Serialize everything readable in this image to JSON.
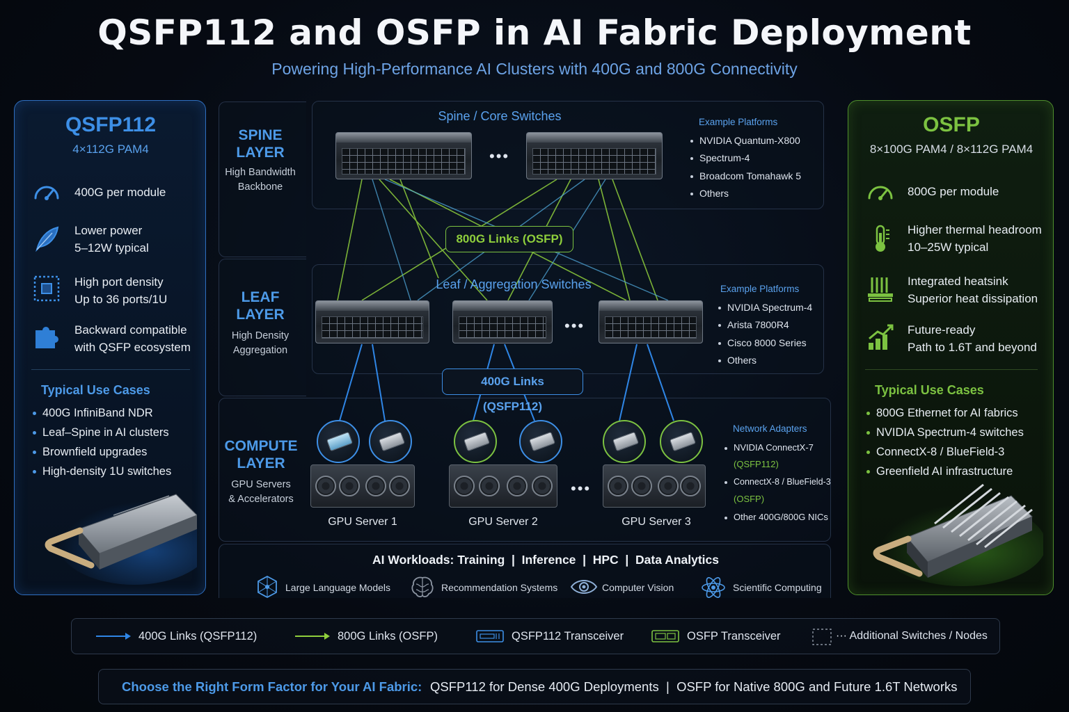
{
  "header": {
    "title": "QSFP112 and OSFP in AI Fabric Deployment",
    "subtitle": "Powering High-Performance AI Clusters with 400G and 800G Connectivity"
  },
  "colors": {
    "blue": "#3d8fe6",
    "green": "#7cc241",
    "blue_link": "#2f86e6",
    "green_link": "#8fcf3c"
  },
  "left_panel": {
    "title": "QSFP112",
    "subtitle": "4×112G PAM4",
    "features": [
      {
        "icon": "speedometer-icon",
        "lines": [
          "400G per module"
        ]
      },
      {
        "icon": "feather-icon",
        "lines": [
          "Lower power",
          "5–12W typical"
        ]
      },
      {
        "icon": "chip-grid-icon",
        "lines": [
          "High port density",
          "Up to 36 ports/1U"
        ]
      },
      {
        "icon": "puzzle-icon",
        "lines": [
          "Backward compatible",
          "with QSFP ecosystem"
        ]
      }
    ],
    "use_cases_title": "Typical Use Cases",
    "use_cases": [
      "400G InfiniBand NDR",
      "Leaf–Spine in AI clusters",
      "Brownfield upgrades",
      "High-density 1U switches"
    ]
  },
  "right_panel": {
    "title": "OSFP",
    "subtitle": "8×100G PAM4 / 8×112G PAM4",
    "features": [
      {
        "icon": "speedometer-icon",
        "lines": [
          "800G per module"
        ]
      },
      {
        "icon": "thermometer-icon",
        "lines": [
          "Higher thermal headroom",
          "10–25W typical"
        ]
      },
      {
        "icon": "heatsink-icon",
        "lines": [
          "Integrated heatsink",
          "Superior heat dissipation"
        ]
      },
      {
        "icon": "growth-chart-icon",
        "lines": [
          "Future-ready",
          "Path to 1.6T and beyond"
        ]
      }
    ],
    "use_cases_title": "Typical Use Cases",
    "use_cases": [
      "800G Ethernet for AI fabrics",
      "NVIDIA Spectrum-4 switches",
      "ConnectX-8 / BlueField-3",
      "Greenfield AI infrastructure"
    ]
  },
  "spine": {
    "label": [
      "SPINE",
      "LAYER"
    ],
    "desc": [
      "High Bandwidth",
      "Backbone"
    ],
    "section_title": "Spine / Core Switches",
    "platforms_title": "Example Platforms",
    "platforms": [
      "NVIDIA Quantum-X800",
      "Spectrum-4",
      "Broadcom Tomahawk 5",
      "Others"
    ],
    "ellipsis": "•••"
  },
  "links_800": "800G Links (OSFP)",
  "leaf": {
    "label": [
      "LEAF",
      "LAYER"
    ],
    "desc": [
      "High Density",
      "Aggregation"
    ],
    "section_title": "Leaf / Aggregation Switches",
    "platforms_title": "Example Platforms",
    "platforms": [
      "NVIDIA Spectrum-4",
      "Arista 7800R4",
      "Cisco 8000 Series",
      "Others"
    ],
    "ellipsis": "•••"
  },
  "links_400": "400G Links (QSFP112)",
  "compute": {
    "label": [
      "COMPUTE",
      "LAYER"
    ],
    "desc": [
      "GPU Servers",
      "& Accelerators"
    ],
    "servers": [
      "GPU Server 1",
      "GPU Server 2",
      "GPU Server 3"
    ],
    "ellipsis": "•••",
    "adapters_title": "Network Adapters",
    "adapters": [
      {
        "main": "NVIDIA ConnectX-7",
        "sub": "(QSFP112)"
      },
      {
        "main": "ConnectX-8 / BlueField-3",
        "sub": "(OSFP)"
      },
      {
        "main": "Other 400G/800G NICs",
        "sub": ""
      }
    ]
  },
  "workloads": {
    "title": "AI Workloads: Training  |  Inference  |  HPC  |  Data Analytics",
    "items": [
      {
        "icon": "cube-network-icon",
        "label": "Large Language Models"
      },
      {
        "icon": "brain-icon",
        "label": "Recommendation Systems"
      },
      {
        "icon": "eye-icon",
        "label": "Computer Vision"
      },
      {
        "icon": "atom-icon",
        "label": "Scientific Computing"
      }
    ]
  },
  "legend": [
    {
      "icon": "blue-arrow-icon",
      "label": "400G Links (QSFP112)"
    },
    {
      "icon": "green-arrow-icon",
      "label": "800G Links (OSFP)"
    },
    {
      "icon": "qsfp112-transceiver-icon",
      "label": "QSFP112 Transceiver"
    },
    {
      "icon": "osfp-transceiver-icon",
      "label": "OSFP Transceiver"
    },
    {
      "icon": "dashed-box-icon",
      "label": "··· Additional Switches / Nodes"
    }
  ],
  "footer": {
    "highlight": "Choose the Right Form Factor for Your AI Fabric:",
    "text": "QSFP112 for Dense 400G Deployments  |  OSFP for Native 800G and Future 1.6T Networks"
  }
}
